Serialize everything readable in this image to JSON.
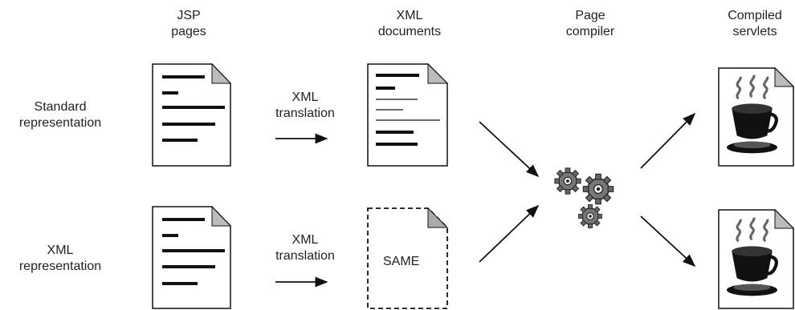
{
  "columns": {
    "jsp": {
      "line1": "JSP",
      "line2": "pages"
    },
    "xml": {
      "line1": "XML",
      "line2": "documents"
    },
    "compiler": {
      "line1": "Page",
      "line2": "compiler"
    },
    "servlets": {
      "line1": "Compiled",
      "line2": "servlets"
    }
  },
  "rows": {
    "standard": {
      "line1": "Standard",
      "line2": "representation"
    },
    "xml": {
      "line1": "XML",
      "line2": "representation"
    }
  },
  "translation": {
    "line1": "XML",
    "line2": "translation"
  },
  "same_label": "SAME"
}
